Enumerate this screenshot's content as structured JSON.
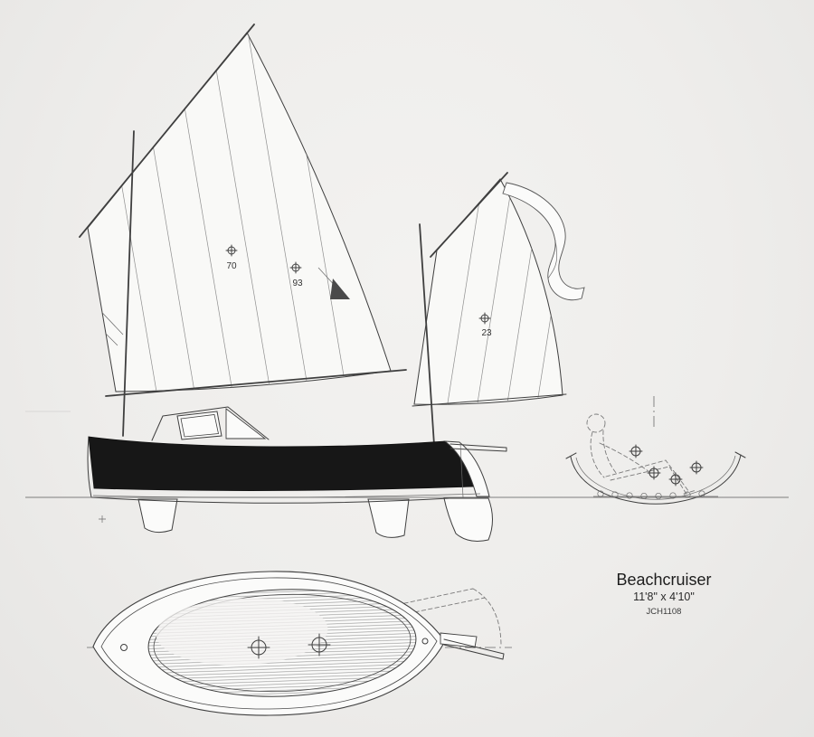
{
  "drawing": {
    "title": "Beachcruiser",
    "dimensions": "11'8\" x 4'10\"",
    "code": "JCH1108"
  },
  "sail_plan": {
    "main_sail_mark_1": "70",
    "main_sail_mark_2": "93",
    "mizzen_sail_mark": "23"
  },
  "colors": {
    "paper": "#eeedeb",
    "line": "#3f3f3f",
    "hull_dark": "#171717"
  }
}
